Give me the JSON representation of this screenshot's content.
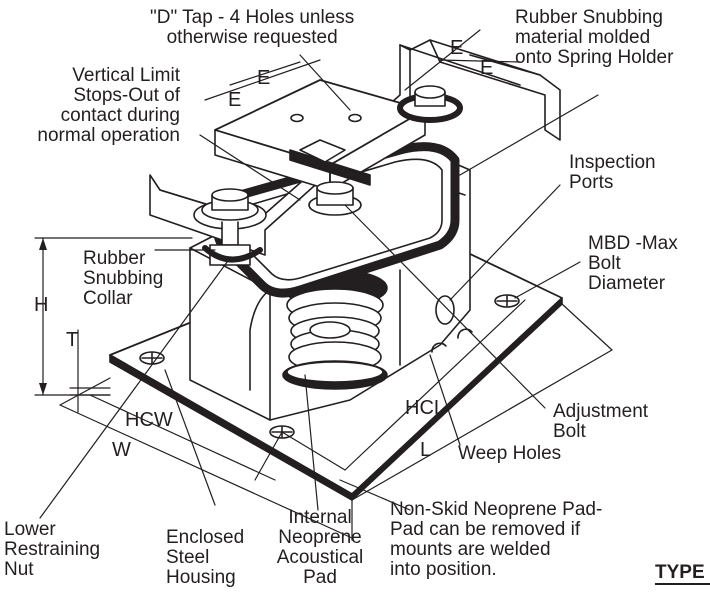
{
  "callouts": {
    "tap": "\"D\" Tap - 4 Holes unless\notherwise requested",
    "rubber_snubbing_material": "Rubber Snubbing\nmaterial molded\nonto Spring Holder",
    "vertical_limit": "Vertical Limit\nStops-Out of\ncontact during\nnormal operation",
    "inspection_ports": "Inspection\nPorts",
    "rubber_snubbing_collar": "Rubber\nSnubbing\nCollar",
    "mbd": "MBD -Max\nBolt\nDiameter",
    "adjustment_bolt": "Adjustment\nBolt",
    "weep_holes": "Weep Holes",
    "non_skid_pad": "Non-Skid Neoprene Pad-\nPad can be removed if\nmounts are welded\ninto position.",
    "lower_nut": "Lower\nRestraining\nNut",
    "steel_housing": "Enclosed\nSteel\nHousing",
    "acoustical_pad": "Internal\nNeoprene\nAcoustical\nPad"
  },
  "dimensions": {
    "E": "E",
    "H": "H",
    "T": "T",
    "HCW": "HCW",
    "W": "W",
    "HCL": "HCL",
    "L": "L"
  },
  "partial_label": "TYPE"
}
